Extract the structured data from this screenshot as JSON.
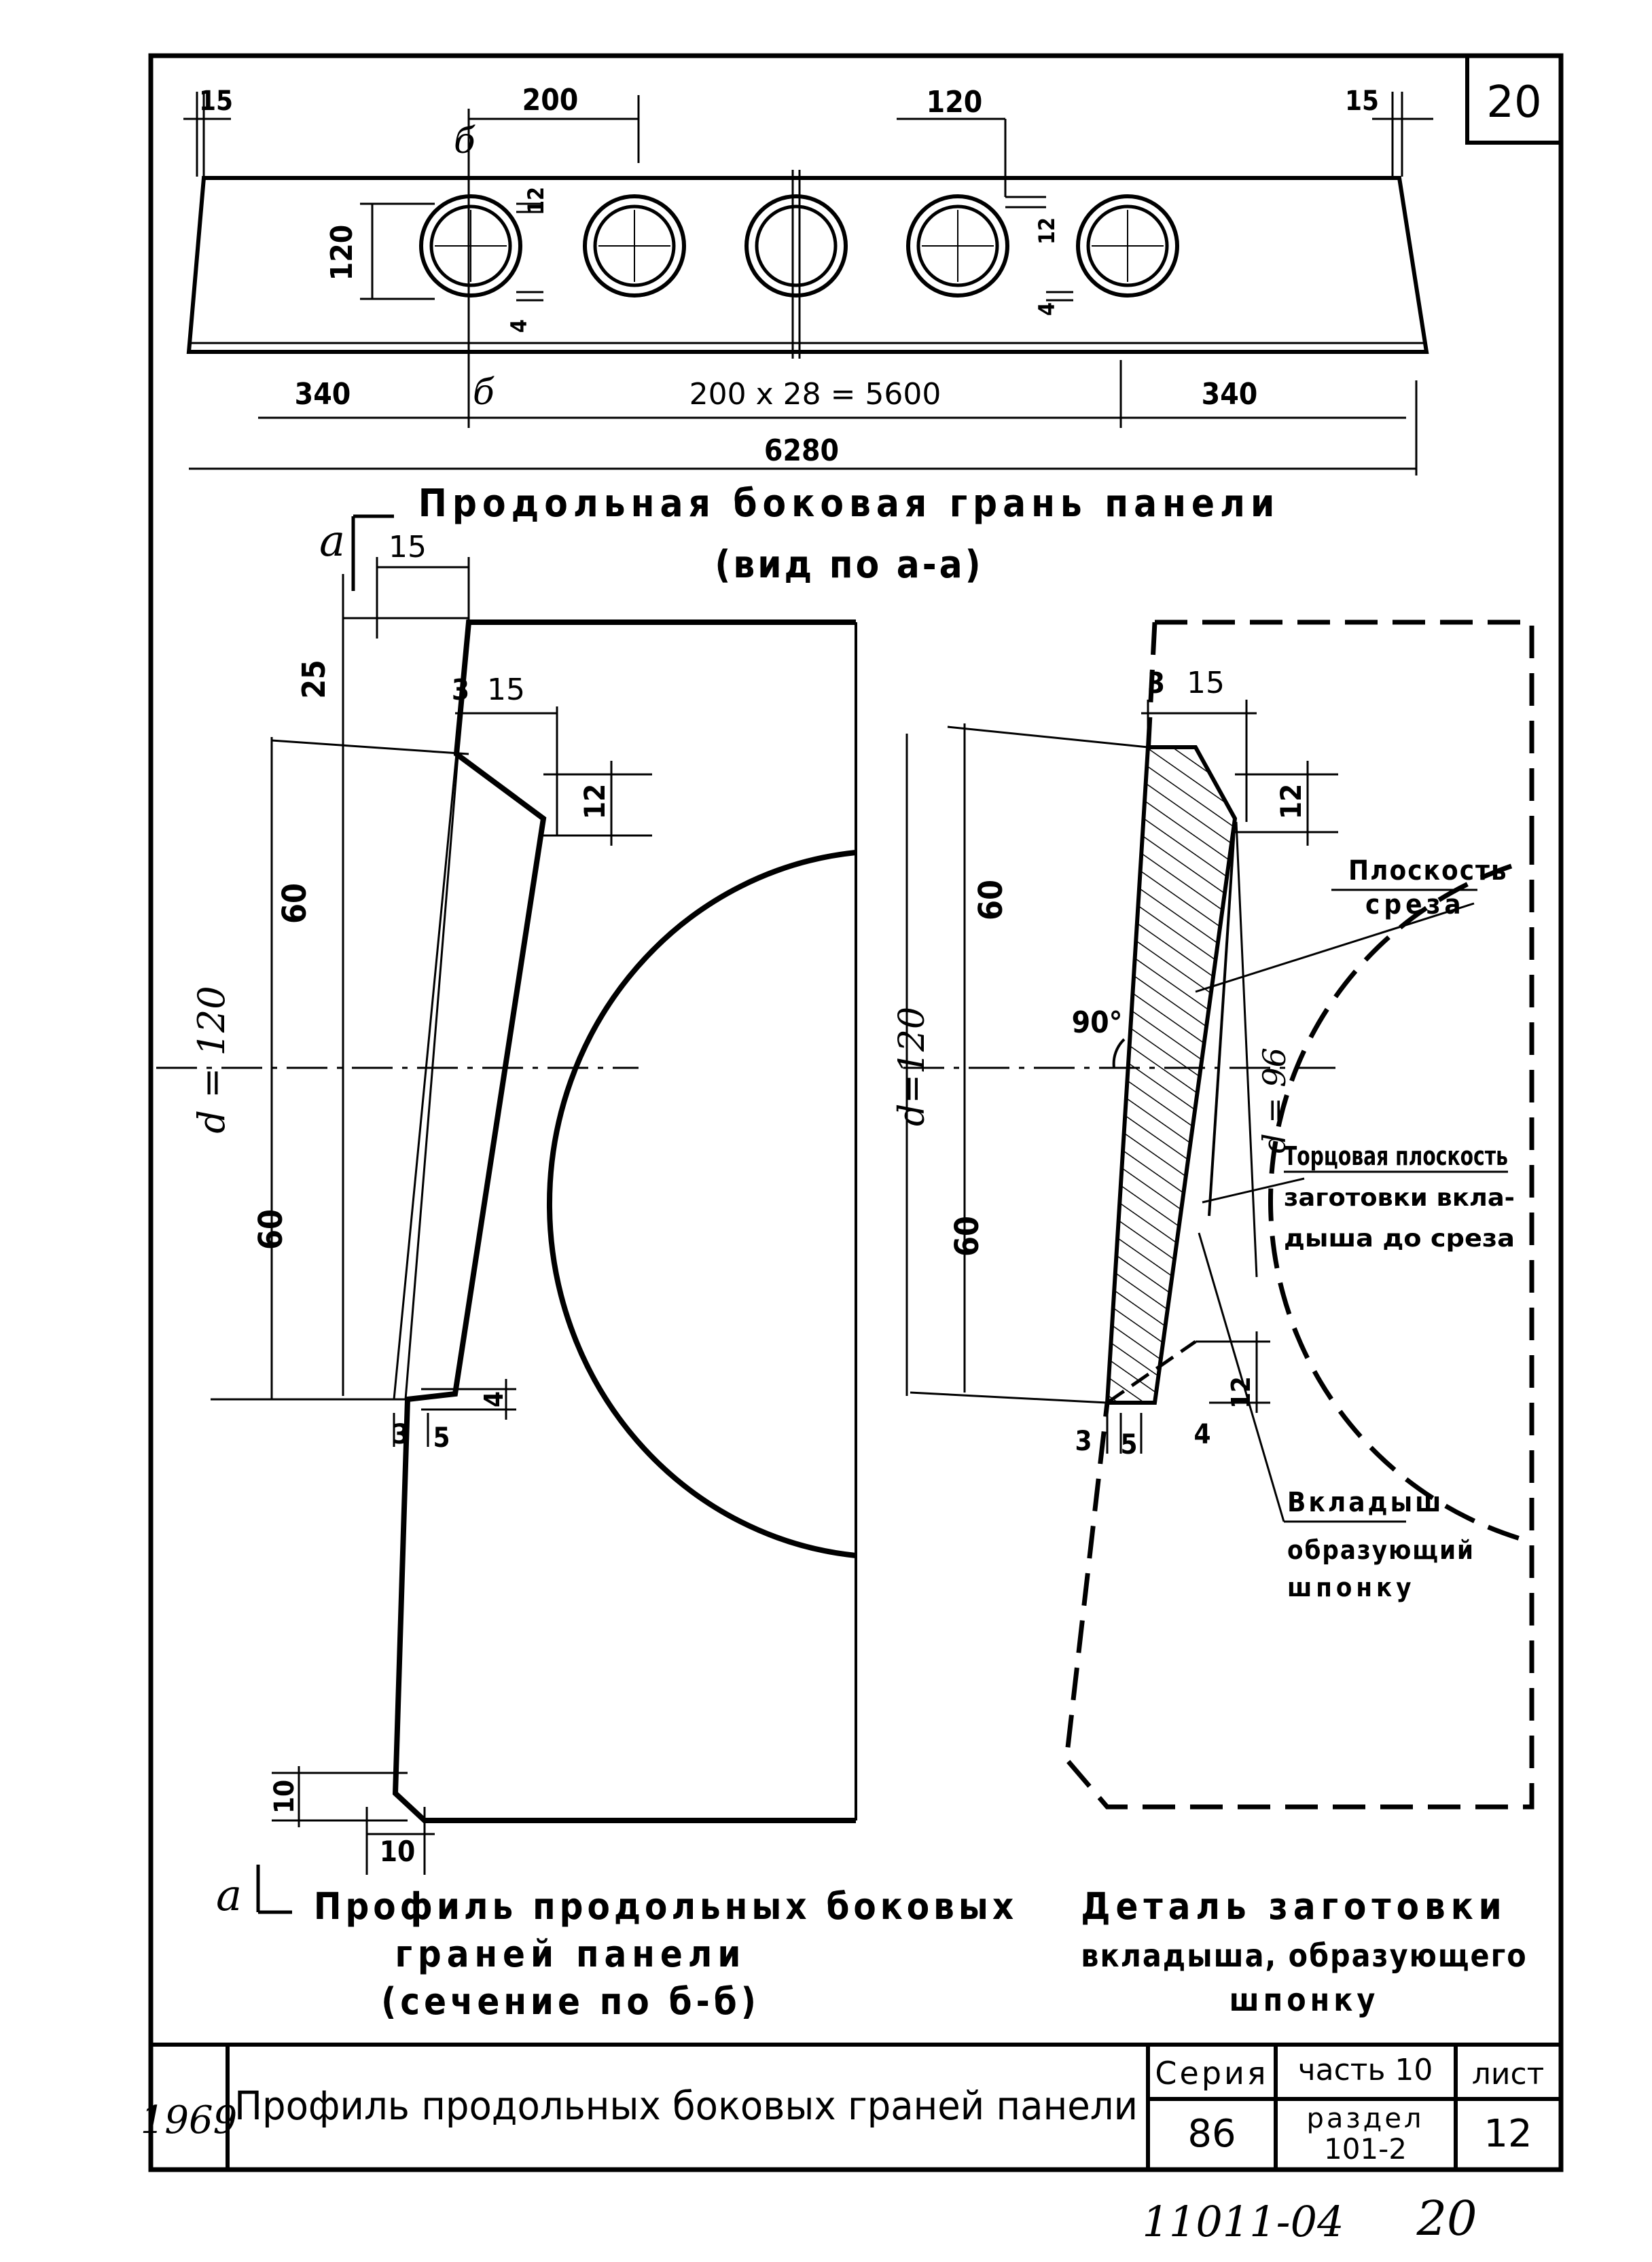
{
  "sheet": {
    "corner_number": "20",
    "year": "1969",
    "title_block": {
      "title": "Профиль продольных боковых граней панели",
      "series_label": "Серия",
      "series_value": "86",
      "part": "часть 10",
      "section_label": "раздел",
      "section_value": "101-2",
      "sheet_label": "лист",
      "sheet_value": "12"
    },
    "footer_code": "11011-04",
    "footer_number": "20"
  },
  "top_view": {
    "caption_line1": "Продольная боковая грань панели",
    "caption_line2": "(вид по а-а)",
    "dims": {
      "left_offset": "15",
      "right_offset": "15",
      "spacing": "200",
      "hole_gap": "120",
      "height": "120",
      "small_12_a": "12",
      "small_12_b": "12",
      "small_4_a": "4",
      "small_4_b": "4",
      "left_end": "340",
      "middle": "200 x 28 = 5600",
      "right_end": "340",
      "total": "6280"
    },
    "section_mark_top": "б",
    "section_mark_bottom": "б"
  },
  "profile": {
    "caption_line1": "Профиль продольных боковых",
    "caption_line2": "граней панели",
    "caption_line3": "(сечение по б-б)",
    "section_mark_top": "а",
    "section_mark_bottom": "а",
    "dims": {
      "top_offset": "15",
      "top_height": "25",
      "chamfer_a": "3",
      "chamfer_b": "15",
      "chamfer_c": "12",
      "upper_half": "60",
      "lower_half": "60",
      "diameter": "d = 120",
      "low_4": "4",
      "low_3": "3",
      "low_5": "5",
      "bottom_10_v": "10",
      "bottom_10_h": "10"
    }
  },
  "detail": {
    "caption_line1": "Деталь заготовки",
    "caption_line2": "вкладыша, образующего",
    "caption_line3": "шпонку",
    "dims": {
      "top_3": "3",
      "top_15": "15",
      "top_12": "12",
      "upper_half": "60",
      "lower_half": "60",
      "diameter": "d=120",
      "inner_d": "d = 96",
      "angle": "90°",
      "bottom_3": "3",
      "bottom_5": "5",
      "bottom_4": "4",
      "bottom_12": "12"
    },
    "labels": {
      "cut_plane_1": "Плоскость",
      "cut_plane_2": "среза",
      "end_plane_1": "Торцовая плоскость",
      "end_plane_2": "заготовки вкла-",
      "end_plane_3": "дыша до среза",
      "insert_1": "Вкладыш",
      "insert_2": "образующий",
      "insert_3": "шпонку"
    }
  }
}
